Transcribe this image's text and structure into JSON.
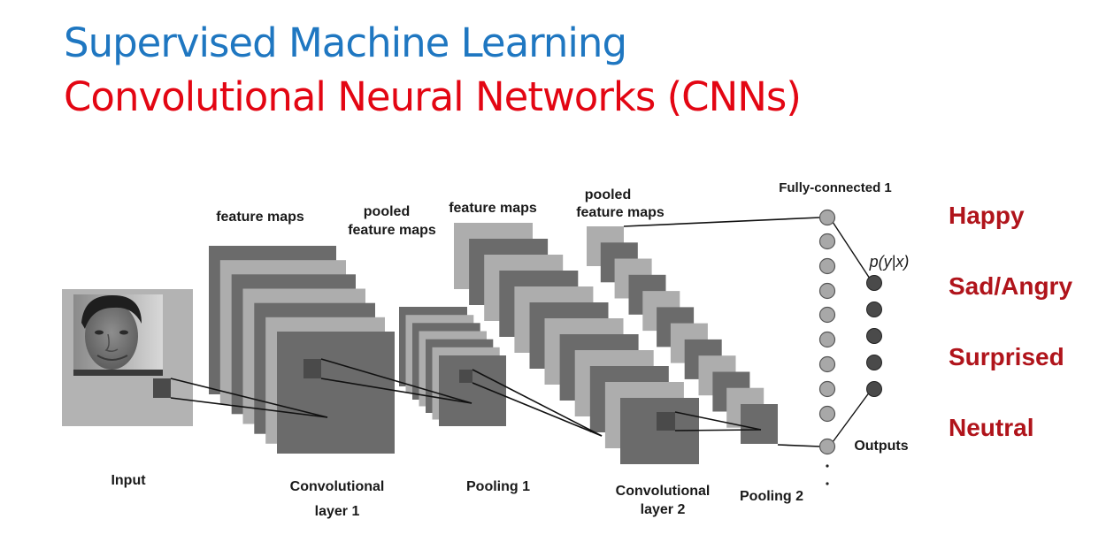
{
  "title": {
    "line1": "Supervised Machine Learning",
    "line2": "Convolutional Neural Networks (CNNs)"
  },
  "colors": {
    "title_line1": "#1f77c1",
    "title_line2": "#e30613",
    "class_labels": "#b0141b",
    "map_dark": "#6b6b6b",
    "map_light": "#adadad",
    "kernel": "#4a4a4a",
    "fc_node": "#a8a8a8",
    "output_node": "#4a4a4a"
  },
  "diagram": {
    "stage_labels": {
      "feature_maps_1": "feature maps",
      "pooled_1_line1": "pooled",
      "pooled_1_line2": "feature maps",
      "feature_maps_2": "feature maps",
      "pooled_2_line1": "pooled",
      "pooled_2_line2": "feature maps",
      "fully_connected": "Fully-connected 1",
      "probability": "p(y|x)",
      "outputs": "Outputs"
    },
    "bottom_labels": {
      "input": "Input",
      "conv1_line1": "Convolutional",
      "conv1_line2": "layer 1",
      "pool1": "Pooling 1",
      "conv2_line1": "Convolutional",
      "conv2_line2": "layer 2",
      "pool2": "Pooling 2"
    },
    "layer_counts": {
      "conv1": 7,
      "pool1": 7,
      "conv2": 12,
      "pool2": 12,
      "fully_connected_nodes": 10,
      "output_nodes": 5
    },
    "ellipsis": "⋮"
  },
  "classes": [
    "Happy",
    "Sad/Angry",
    "Surprised",
    "Neutral"
  ]
}
